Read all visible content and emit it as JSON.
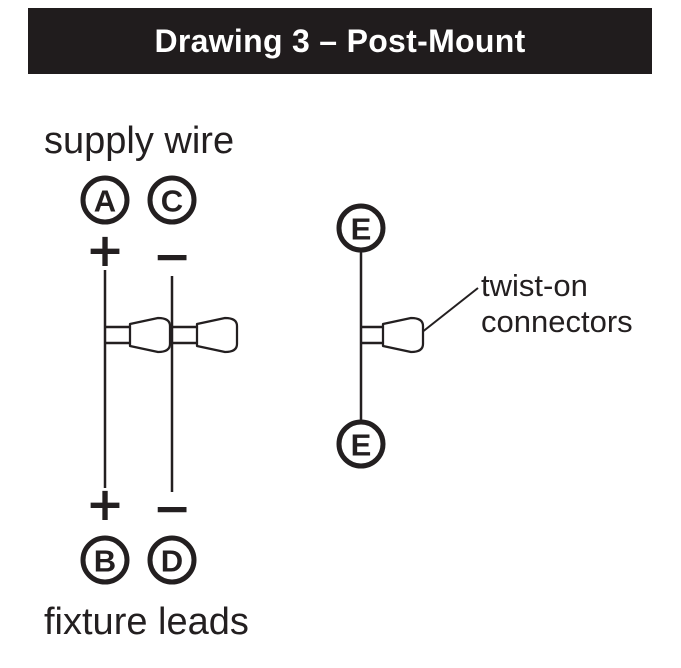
{
  "header": {
    "title": "Drawing 3 – Post-Mount"
  },
  "colors": {
    "banner_bg": "#201c1d",
    "banner_text": "#ffffff",
    "ink": "#231f20",
    "background": "#ffffff"
  },
  "diagram": {
    "supply_wire_label": "supply wire",
    "fixture_leads_label": "fixture leads",
    "twist_on_label_line1": "twist-on",
    "twist_on_label_line2": "connectors",
    "plus_symbol": "+",
    "minus_symbol": "−",
    "nodes": {
      "supply_positive": "A",
      "supply_negative": "C",
      "fixture_positive": "B",
      "fixture_negative": "D",
      "ground_top": "E",
      "ground_bottom": "E"
    }
  }
}
